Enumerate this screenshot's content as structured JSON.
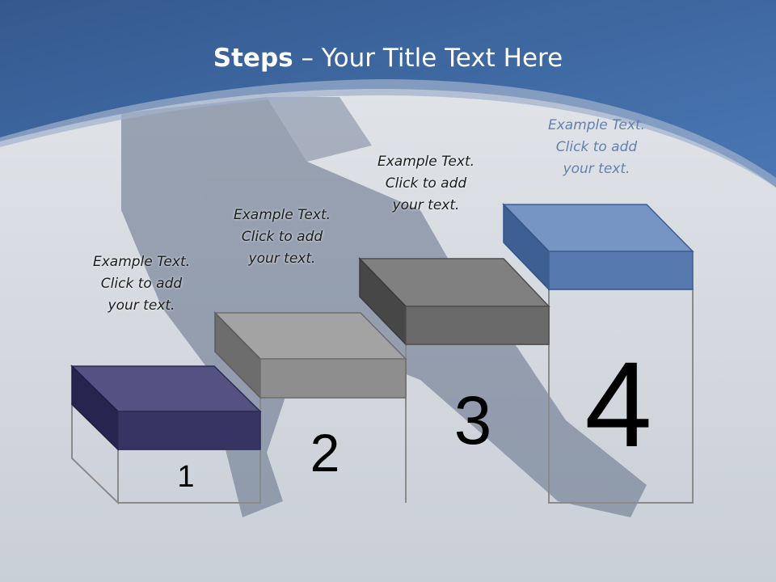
{
  "title": {
    "bold": "Steps",
    "rest": " – Your Title Text Here"
  },
  "steps": [
    {
      "number": "1",
      "text": [
        "Example Text.",
        "Click  to add",
        "your text."
      ],
      "color": "#363463"
    },
    {
      "number": "2",
      "text": [
        "Example Text.",
        "Click  to add",
        "your text."
      ],
      "color": "#8e8e8e"
    },
    {
      "number": "3",
      "text": [
        "Example Text.",
        "Click  to add",
        "your text."
      ],
      "color": "#6a6a6a"
    },
    {
      "number": "4",
      "text": [
        "Example Text.",
        "Click  to add",
        "your text."
      ],
      "color": "#5679b0"
    }
  ],
  "colors": {
    "banner": "#3f67a0",
    "background": "#d9dde3"
  }
}
